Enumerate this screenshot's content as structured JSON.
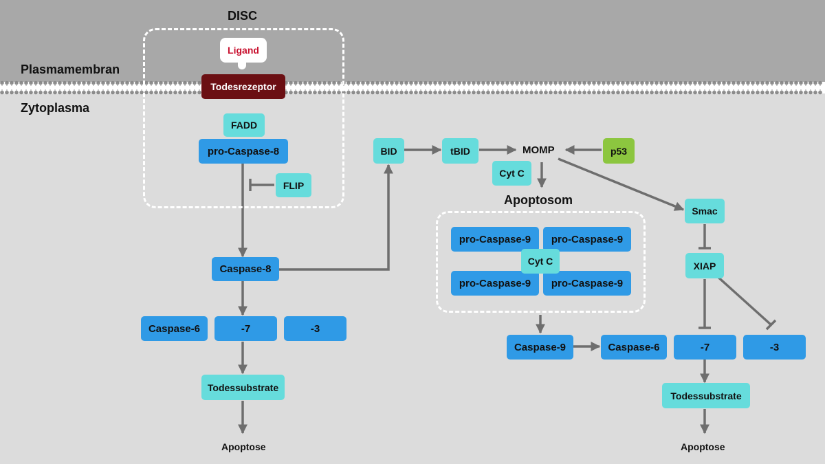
{
  "regions": {
    "disc": "DISC",
    "plasmamembran": "Plasmamembran",
    "zytoplasma": "Zytoplasma",
    "apoptosom": "Apoptosom"
  },
  "nodes": {
    "ligand": "Ligand",
    "todesrezeptor": "Todesrezeptor",
    "fadd": "FADD",
    "pro_caspase_8": "pro-Caspase-8",
    "flip": "FLIP",
    "caspase_8": "Caspase-8",
    "caspase_6_left": "Caspase-6",
    "caspase_7_left": "-7",
    "caspase_3_left": "-3",
    "todessubstrate_left": "Todessubstrate",
    "apoptose_left": "Apoptose",
    "bid": "BID",
    "tbid": "tBID",
    "momp": "MOMP",
    "p53": "p53",
    "cyt_c_top": "Cyt C",
    "pro_caspase_9_tl": "pro-Caspase-9",
    "pro_caspase_9_tr": "pro-Caspase-9",
    "pro_caspase_9_bl": "pro-Caspase-9",
    "pro_caspase_9_br": "pro-Caspase-9",
    "cyt_c_center": "Cyt C",
    "caspase_9": "Caspase-9",
    "caspase_6_right": "Caspase-6",
    "smac": "Smac",
    "xiap": "XIAP",
    "caspase_7_right": "-7",
    "caspase_3_right": "-3",
    "todessubstrate_right": "Todessubstrate",
    "apoptose_right": "Apoptose"
  },
  "colors": {
    "membrane_region": "#a8a8a8",
    "cytoplasm_region": "#dcdcdc",
    "cyan_node": "#66dcdc",
    "blue_node": "#2f9ae6",
    "green_node": "#8cc63f",
    "receptor": "#6b0f13",
    "ligand_text": "#c8102e",
    "arrow": "#6e6e6e"
  }
}
